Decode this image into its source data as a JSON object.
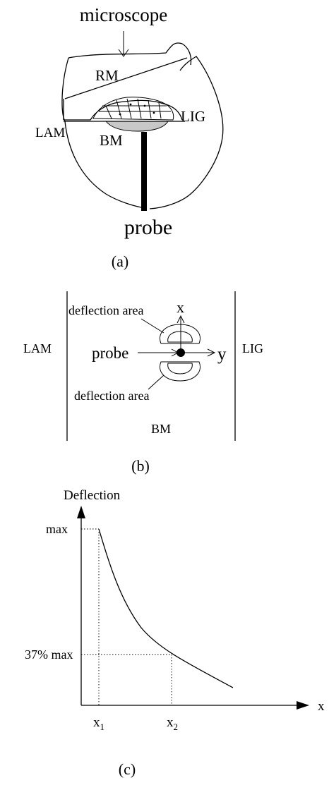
{
  "panel_a": {
    "microscope_label": "microscope",
    "rm_label": "RM",
    "lam_label": "LAM",
    "bm_label": "BM",
    "lig_label": "LIG",
    "probe_label": "probe",
    "caption": "(a)"
  },
  "panel_b": {
    "deflection_area_top": "deflection area",
    "x_axis_label": "x",
    "lam_label": "LAM",
    "probe_label": "probe",
    "y_axis_label": "y",
    "lig_label": "LIG",
    "deflection_area_bottom": "deflection area",
    "bm_label": "BM",
    "caption": "(b)"
  },
  "panel_c": {
    "ylabel": "Deflection",
    "xlabel": "x",
    "y_tick_max": "max",
    "y_tick_37": "37% max",
    "x_tick_1": "x",
    "x_tick_1_sub": "1",
    "x_tick_2": "x",
    "x_tick_2_sub": "2",
    "caption": "(c)"
  },
  "chart_data": {
    "type": "line",
    "xlabel": "x",
    "ylabel": "Deflection",
    "curve": "exponential decay",
    "ytick_labels": [
      "max",
      "37% max"
    ],
    "xtick_labels": [
      "x1",
      "x2"
    ],
    "points": [
      {
        "x": "x1",
        "y": "max"
      },
      {
        "x": "x2",
        "y": "37% max"
      }
    ]
  }
}
